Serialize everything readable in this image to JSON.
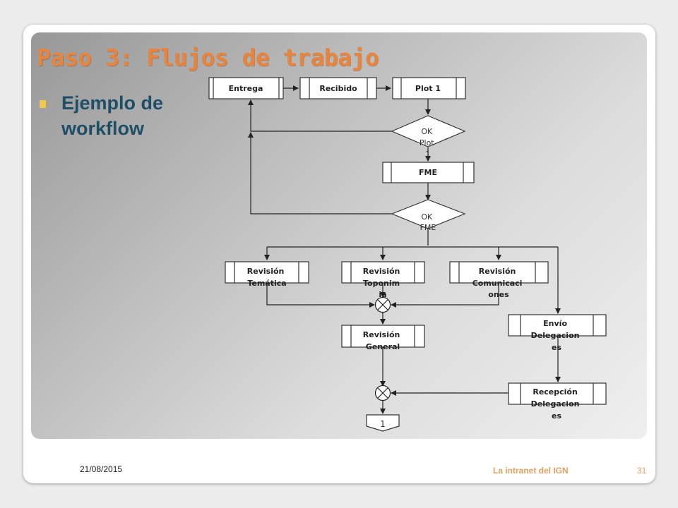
{
  "slide": {
    "title": "Paso 3: Flujos de trabajo",
    "bullet": "Ejemplo de workflow"
  },
  "workflow": {
    "steps": {
      "entrega": [
        "Entrega"
      ],
      "recibido": [
        "Recibido"
      ],
      "plot1": [
        "Plot 1"
      ],
      "fme": [
        "FME"
      ],
      "revision_tematica": [
        "Revisión",
        "Temática"
      ],
      "revision_toponimia": [
        "Revisión",
        "Toponim",
        "ia"
      ],
      "revision_comunicaciones": [
        "Revisión",
        "Comunicaci",
        "ones"
      ],
      "envio_delegaciones": [
        "Envío",
        "Delegacion",
        "es"
      ],
      "revision_general": [
        "Revisión",
        "General"
      ],
      "recepcion_delegaciones": [
        "Recepción",
        "Delegacion",
        "es"
      ]
    },
    "decisions": {
      "ok_plot1": [
        "OK",
        "Plot",
        "1"
      ],
      "ok_fme": [
        "OK",
        "FME"
      ]
    },
    "connector_label": "1"
  },
  "footer": {
    "date": "21/08/2015",
    "center": "La intranet del IGN",
    "page": "31"
  }
}
